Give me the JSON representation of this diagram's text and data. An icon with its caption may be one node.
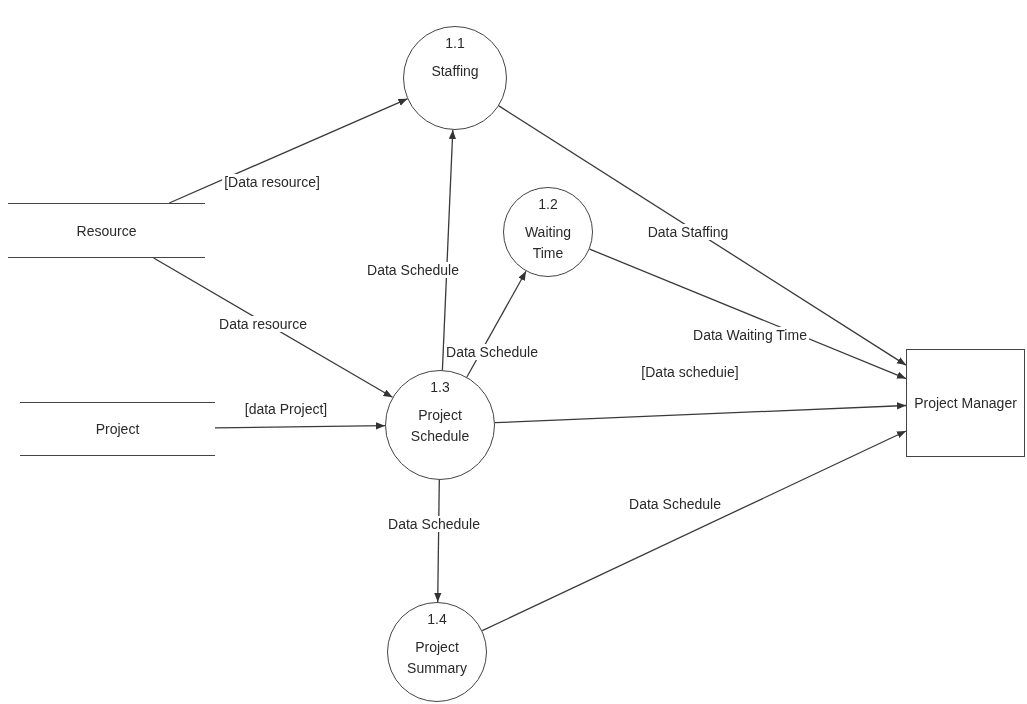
{
  "diagram": {
    "nodes": [
      {
        "text": [
          "1.1",
          "Staffing"
        ]
      },
      {
        "text": [
          "Resource"
        ]
      },
      {
        "text": [
          "1.2",
          "Waiting Time"
        ]
      },
      {
        "text": [
          "Project"
        ]
      },
      {
        "text": [
          "1.3",
          "Project Schedule"
        ]
      },
      {
        "text": [
          "Project Manager"
        ]
      },
      {
        "text": [
          "1.4",
          "Project Summary"
        ]
      }
    ],
    "edges": [
      {
        "from": 1,
        "to": 0,
        "arrow": "to",
        "label": "[Data resource]"
      },
      {
        "from": 1,
        "to": 4,
        "arrow": "to",
        "label": "Data resource"
      },
      {
        "from": 4,
        "to": 0,
        "arrow": "to",
        "label": "Data Schedule"
      },
      {
        "from": 4,
        "to": 2,
        "arrow": "to",
        "label": "Data Schedule"
      },
      {
        "from": 3,
        "to": 4,
        "arrow": "to",
        "label": "[data Project]"
      },
      {
        "from": 4,
        "to": 5,
        "arrow": "to",
        "label": "[Data scheduie]"
      },
      {
        "from": 0,
        "to": 5,
        "arrow": "to",
        "label": "Data Staffing"
      },
      {
        "from": 2,
        "to": 5,
        "arrow": "to",
        "label": "Data Waiting Time"
      },
      {
        "from": 4,
        "to": 6,
        "arrow": "to",
        "label": "Data Schedule"
      },
      {
        "from": 6,
        "to": 5,
        "arrow": "to",
        "label": "Data Schedule"
      }
    ]
  }
}
